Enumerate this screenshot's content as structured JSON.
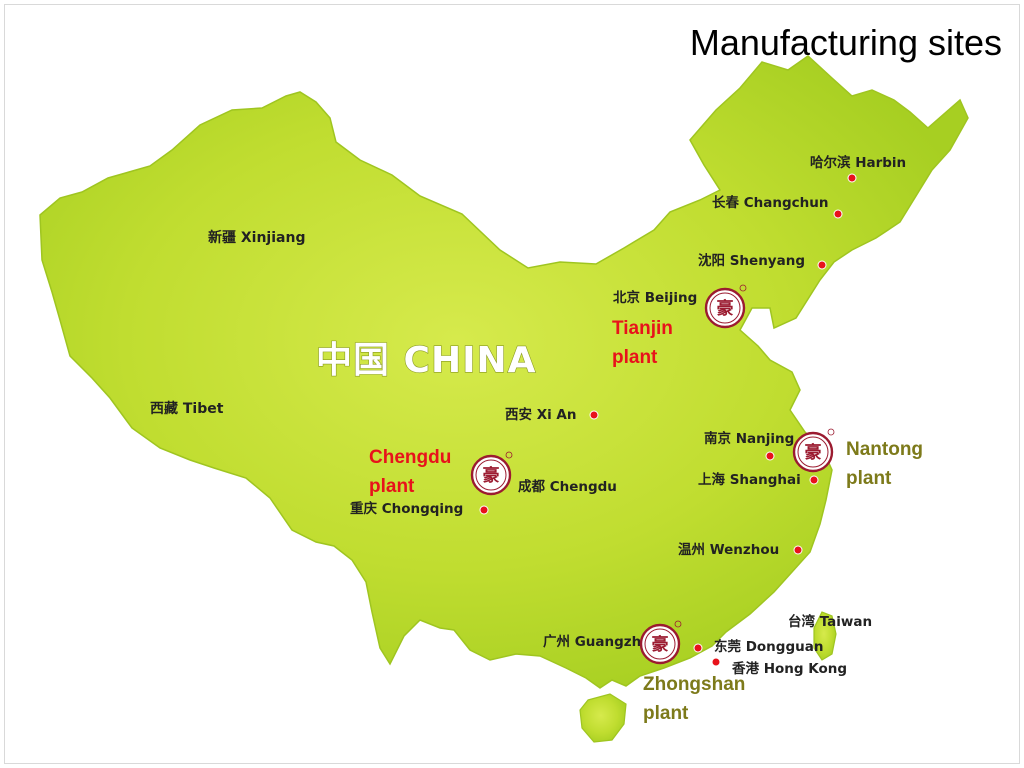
{
  "title": "Manufacturing sites",
  "country_label": "中国 CHINA",
  "regions": [
    {
      "label": "新疆 Xinjiang"
    },
    {
      "label": "西藏 Tibet"
    }
  ],
  "cities": [
    {
      "label": "哈尔滨 Harbin"
    },
    {
      "label": "长春 Changchun"
    },
    {
      "label": "沈阳 Shenyang"
    },
    {
      "label": "北京 Beijing"
    },
    {
      "label": "西安 Xi An"
    },
    {
      "label": "南京 Nanjing"
    },
    {
      "label": "上海 Shanghai"
    },
    {
      "label": "成都 Chengdu"
    },
    {
      "label": "重庆 Chongqing"
    },
    {
      "label": "温州 Wenzhou"
    },
    {
      "label": "台湾 Taiwan"
    },
    {
      "label": "广州 Guangzhou"
    },
    {
      "label": "东莞 Dongguan"
    },
    {
      "label": "香港 Hong Kong"
    }
  ],
  "plants": [
    {
      "name": "Tianjin",
      "suffix": "plant",
      "color": "#e8121b"
    },
    {
      "name": "Chengdu",
      "suffix": "plant",
      "color": "#e8121b"
    },
    {
      "name": "Nantong",
      "suffix": "plant",
      "color": "#7d7a1a"
    },
    {
      "name": "Zhongshan",
      "suffix": "plant",
      "color": "#7d7a1a"
    }
  ],
  "colors": {
    "land": "#b5d82a",
    "land_light": "#d3e84a",
    "city_dot": "#e8121b",
    "logo": "#9b1b30"
  },
  "icons": {
    "city_marker": "red-dot-icon",
    "plant_marker": "company-logo-seal-icon"
  }
}
